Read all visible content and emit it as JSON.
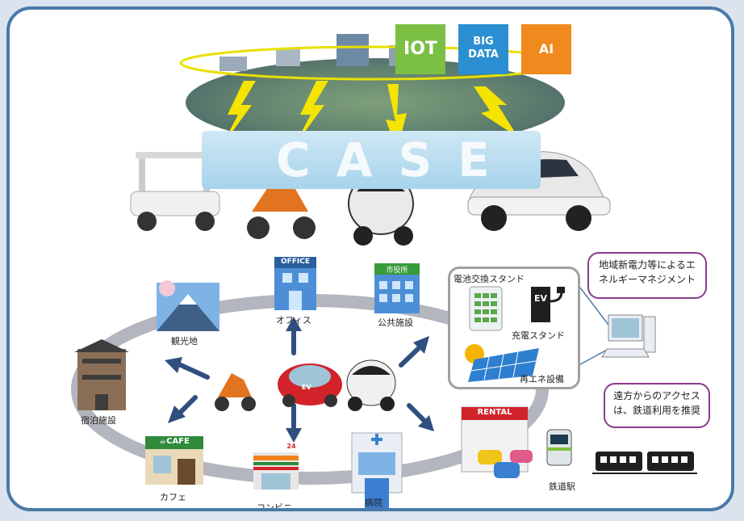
{
  "banner": {
    "case_text": "CASE"
  },
  "tech": {
    "iot": "IOT",
    "bigdata_line1": "BIG",
    "bigdata_line2": "DATA",
    "ai": "AI"
  },
  "places": {
    "office_sign": "OFFICE",
    "office": "オフィス",
    "cityhall_sign": "市役所",
    "public": "公共施設",
    "sightseeing": "観光地",
    "lodging": "宿泊施設",
    "cafe_sign": "☕CAFE",
    "cafe": "カフェ",
    "conbini_sign": "24",
    "conbini": "コンビニ",
    "hospital": "病院",
    "rental_sign": "RENTAL",
    "station": "鉄道駅",
    "ev_badge": "EV"
  },
  "energy": {
    "battery_swap": "電池交換スタンド",
    "charge_sign": "EV",
    "charging": "充電スタンド",
    "renewable": "再エネ設備"
  },
  "bubbles": {
    "energy_mgmt": "地域新電力等によるエネルギーマネジメント",
    "rail_access": "遠方からのアクセスは、鉄道利用を推奨"
  },
  "colors": {
    "frame": "#4a7aa8",
    "bubble_border": "#8a3b8f",
    "arrow": "#2f4f7f",
    "lightning": "#f5e400"
  }
}
